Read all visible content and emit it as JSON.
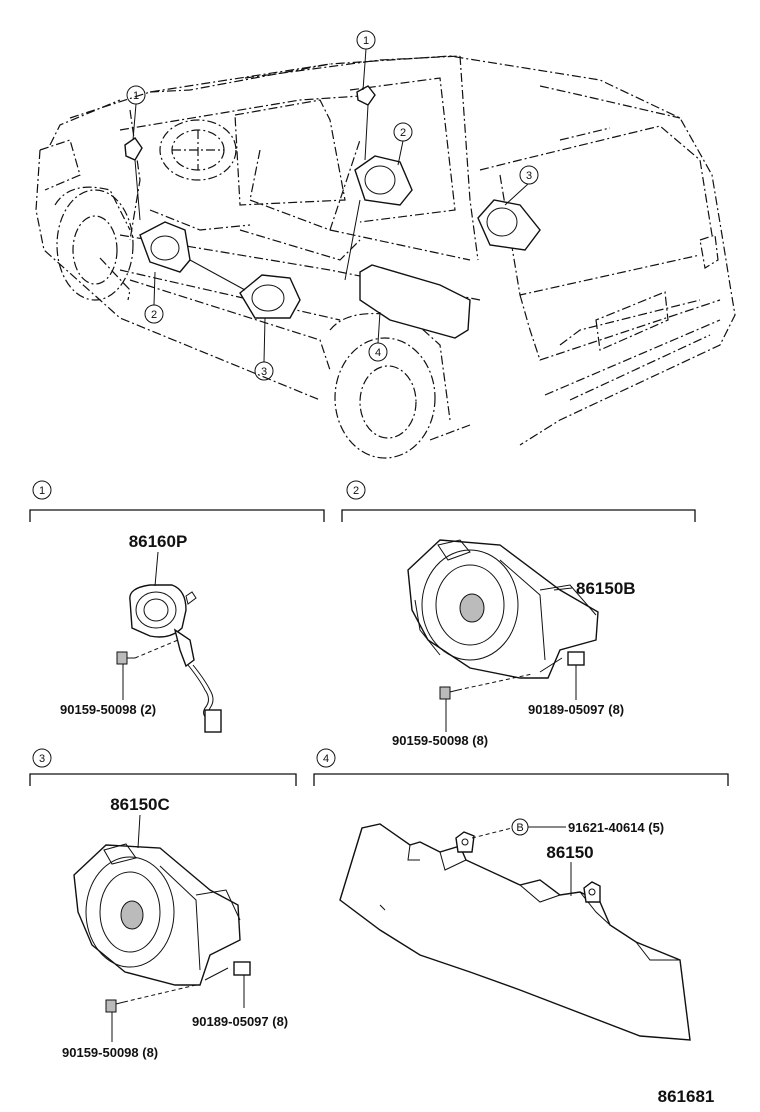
{
  "callouts": {
    "c1": "1",
    "c2": "2",
    "c3": "3",
    "c4": "4",
    "b": "B"
  },
  "sections": [
    {
      "index": "1",
      "parts": [
        {
          "number": "86160P"
        },
        {
          "number": "90159-50098",
          "qty": "(2)"
        }
      ]
    },
    {
      "index": "2",
      "parts": [
        {
          "number": "86150B"
        },
        {
          "number": "90189-05097",
          "qty": "(8)"
        },
        {
          "number": "90159-50098",
          "qty": "(8)"
        }
      ]
    },
    {
      "index": "3",
      "parts": [
        {
          "number": "86150C"
        },
        {
          "number": "90189-05097",
          "qty": "(8)"
        },
        {
          "number": "90159-50098",
          "qty": "(8)"
        }
      ]
    },
    {
      "index": "4",
      "parts": [
        {
          "number": "91621-40614",
          "qty": "(5)"
        },
        {
          "number": "86150"
        }
      ]
    }
  ],
  "labels": {
    "p_86160P": "86160P",
    "p_90159_2": "90159-50098 (2)",
    "p_86150B": "86150B",
    "p_90189_s2": "90189-05097 (8)",
    "p_90159_s2": "90159-50098 (8)",
    "p_86150C": "86150C",
    "p_90189_s3": "90189-05097 (8)",
    "p_90159_s3": "90159-50098 (8)",
    "p_91621": "91621-40614 (5)",
    "p_86150": "86150"
  },
  "diagram_id": "861681"
}
